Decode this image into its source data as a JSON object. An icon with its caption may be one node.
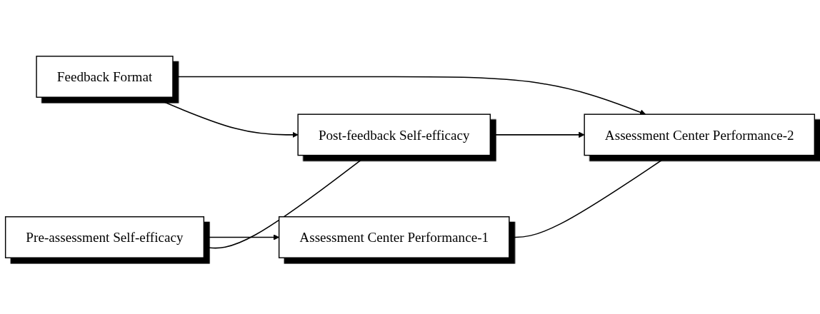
{
  "diagram": {
    "nodes": [
      {
        "text": [
          "Assessment Center Performance-1"
        ]
      },
      {
        "text": [
          "Feedback Format"
        ]
      },
      {
        "text": [
          "Post-feedback Self-efficacy"
        ]
      },
      {
        "text": [
          "Assessment Center Performance-2"
        ]
      },
      {
        "text": [
          "Pre-assessment Self-efficacy"
        ]
      }
    ],
    "edges": [
      {
        "from": 0,
        "to": 3,
        "arrow": "to"
      },
      {
        "from": 1,
        "to": 3,
        "arrow": "to"
      },
      {
        "from": 1,
        "to": 2,
        "arrow": "to"
      },
      {
        "from": 2,
        "to": 3,
        "arrow": "to"
      },
      {
        "from": 4,
        "to": 0,
        "arrow": "to"
      },
      {
        "from": 4,
        "to": 2,
        "arrow": "to"
      }
    ]
  }
}
